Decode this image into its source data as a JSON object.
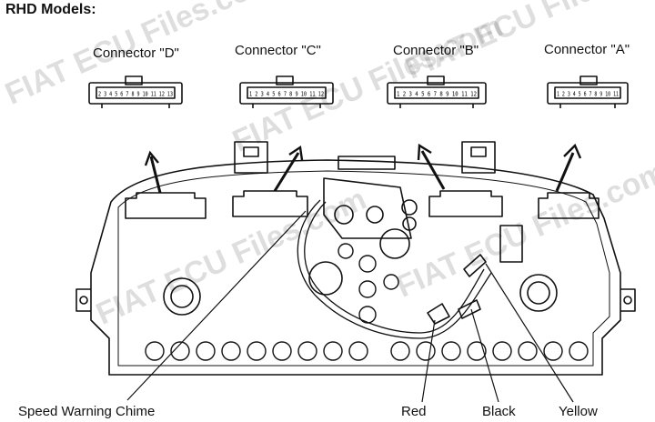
{
  "title": "RHD Models:",
  "connectors": [
    {
      "id": "D",
      "label": "Connector \"D\"",
      "pins": "2 3 4 5 6 7 8 9 10 11 12 13"
    },
    {
      "id": "C",
      "label": "Connector \"C\"",
      "pins": "1 2 3 4 5 6 7 8 9 10 11 12"
    },
    {
      "id": "B",
      "label": "Connector \"B\"",
      "pins": "1 2 3 4 5 6 7 8 9 10 11 12"
    },
    {
      "id": "A",
      "label": "Connector \"A\"",
      "pins": "1 2 3 4 5 6 7 8 9 10 11"
    }
  ],
  "callouts": {
    "chime": "Speed Warning Chime",
    "red": "Red",
    "black": "Black",
    "yellow": "Yellow"
  },
  "watermark": "FIAT ECU Files.com"
}
